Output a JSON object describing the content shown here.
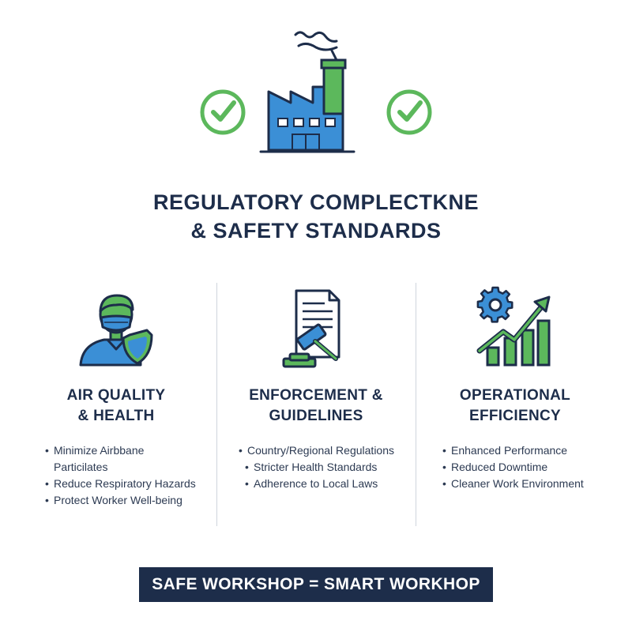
{
  "title": {
    "line1": "REGULATORY COMPLECTKNE",
    "line2": "& SAFETY STANDARDS"
  },
  "columns": [
    {
      "heading_line1": "AIR QUALITY",
      "heading_line2": "& HEALTH",
      "icon": "masked-worker-shield-icon",
      "bullets": [
        "Minimize Airbbane Particilates",
        "Reduce Respiratory Hazards",
        "Protect Worker Well-being"
      ]
    },
    {
      "heading_line1": "ENFORCEMENT &",
      "heading_line2": "GUIDELINES",
      "icon": "document-gavel-icon",
      "bullets": [
        "Country/Regional Regulations",
        "Stricter Health Standards",
        "Adherence to Local Laws"
      ]
    },
    {
      "heading_line1": "OPERATIONAL",
      "heading_line2": "EFFICIENCY",
      "icon": "gear-growth-chart-icon",
      "bullets": [
        "Enhanced Performance",
        "Reduced Downtime",
        "Cleaner Work Environment"
      ]
    }
  ],
  "footer": {
    "label": "SAFE WORKSHOP = SMART WORKHOP"
  },
  "icons": {
    "hero": "factory-icon",
    "hero_marks": "check-circle-icon"
  },
  "colors": {
    "navy": "#1d2d4a",
    "blue": "#3b8fd6",
    "green": "#5cb85c",
    "divider": "#cfd5dd"
  }
}
